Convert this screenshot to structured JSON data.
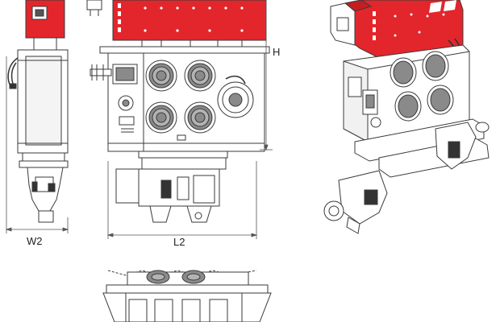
{
  "dimensions": {
    "height_label": "H",
    "width_label": "W2",
    "length_label": "L2"
  },
  "colors": {
    "brand_red": "#e3262b",
    "line": "#3a3a3a",
    "panel_fill": "#f1f1f1",
    "motor_fill": "#8a8a8a",
    "white": "#ffffff"
  },
  "views": [
    "side-view",
    "front-view",
    "isometric-view",
    "bottom-view"
  ]
}
